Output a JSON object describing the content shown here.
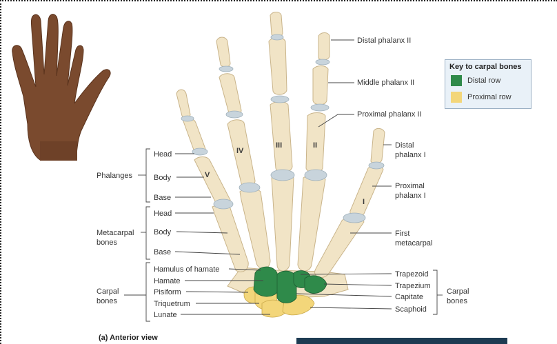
{
  "colors": {
    "distal_row": "#2f8a4a",
    "proximal_row": "#f3d67a",
    "bone": "#f1e4c6",
    "cartilage": "#c8d4dc",
    "key_background": "#e9f1f8",
    "skin": "#7a4a2e"
  },
  "key": {
    "title": "Key to carpal bones",
    "distal_row": "Distal row",
    "proximal_row": "Proximal row"
  },
  "digit_numerals": {
    "v": "V",
    "iv": "IV",
    "iii": "III",
    "ii": "II",
    "i": "I"
  },
  "left_groups": {
    "phalanges": "Phalanges",
    "metacarpal_l1": "Metacarpal",
    "metacarpal_l2": "bones",
    "carpal_l1": "Carpal",
    "carpal_l2": "bones"
  },
  "left_labels": {
    "head1": "Head",
    "body1": "Body",
    "base1": "Base",
    "head2": "Head",
    "body2": "Body",
    "base2": "Base",
    "hamulus": "Hamulus of hamate",
    "hamate": "Hamate",
    "pisiform": "Pisiform",
    "triquetrum": "Triquetrum",
    "lunate": "Lunate"
  },
  "right_labels": {
    "distal_phalanx_ii": "Distal phalanx II",
    "middle_phalanx_ii": "Middle phalanx II",
    "proximal_phalanx_ii": "Proximal phalanx II",
    "distal_phalanx_i_l1": "Distal",
    "distal_phalanx_i_l2": "phalanx I",
    "proximal_phalanx_i_l1": "Proximal",
    "proximal_phalanx_i_l2": "phalanx I",
    "first_metacarpal_l1": "First",
    "first_metacarpal_l2": "metacarpal",
    "trapezoid": "Trapezoid",
    "trapezium": "Trapezium",
    "capitate": "Capitate",
    "scaphoid": "Scaphoid",
    "carpal_bones_l1": "Carpal",
    "carpal_bones_l2": "bones"
  },
  "caption": "(a) Anterior view"
}
